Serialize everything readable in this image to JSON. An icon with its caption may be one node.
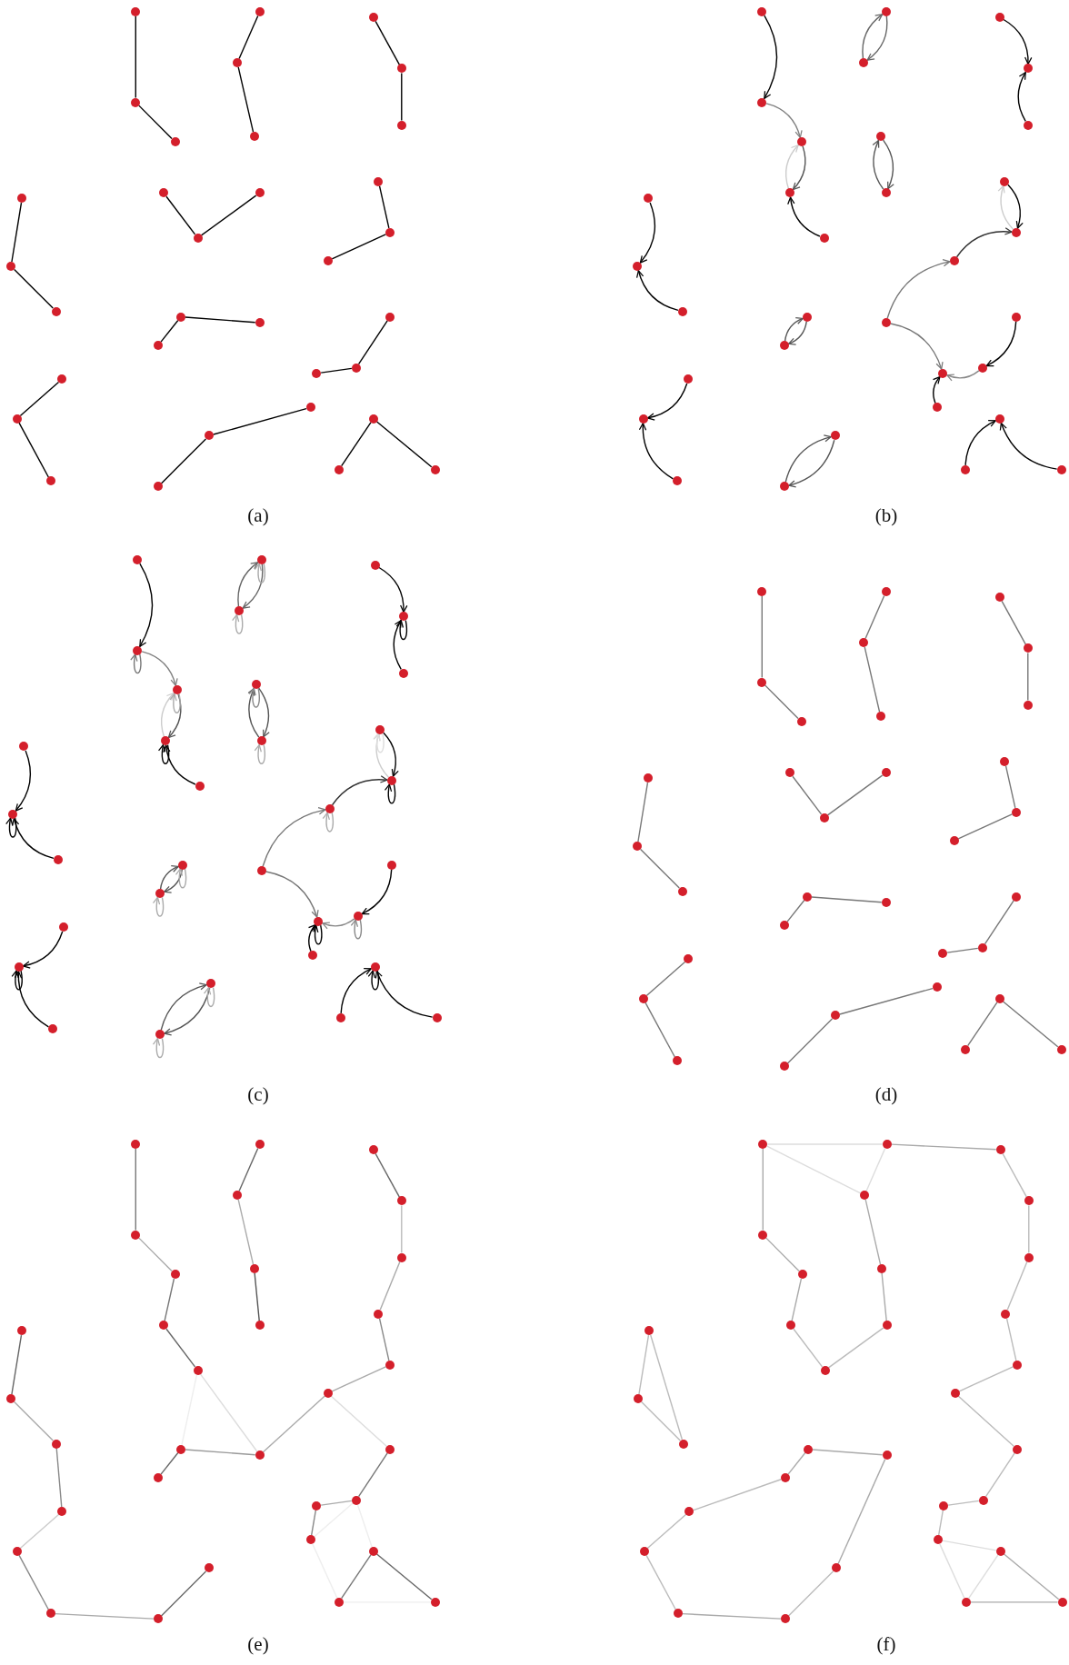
{
  "diagram": {
    "nodes": [
      {
        "text": [],
        "shape": "circle"
      },
      {
        "text": [],
        "shape": "circle"
      },
      {
        "text": [],
        "shape": "circle"
      },
      {
        "text": [],
        "shape": "circle"
      },
      {
        "text": [],
        "shape": "circle"
      },
      {
        "text": [],
        "shape": "circle"
      },
      {
        "text": [],
        "shape": "circle"
      },
      {
        "text": [],
        "shape": "circle"
      },
      {
        "text": [],
        "shape": "circle"
      },
      {
        "text": [],
        "shape": "circle"
      },
      {
        "text": [],
        "shape": "circle"
      },
      {
        "text": [],
        "shape": "circle"
      },
      {
        "text": [],
        "shape": "circle"
      },
      {
        "text": [],
        "shape": "circle"
      },
      {
        "text": [],
        "shape": "circle"
      },
      {
        "text": [],
        "shape": "circle"
      },
      {
        "text": [],
        "shape": "circle"
      },
      {
        "text": [],
        "shape": "circle"
      },
      {
        "text": [],
        "shape": "circle"
      },
      {
        "text": [],
        "shape": "circle"
      },
      {
        "text": [],
        "shape": "circle"
      },
      {
        "text": [],
        "shape": "circle"
      },
      {
        "text": [],
        "shape": "circle"
      },
      {
        "text": [],
        "shape": "circle"
      },
      {
        "text": [],
        "shape": "circle"
      },
      {
        "text": [],
        "shape": "circle"
      },
      {
        "text": [],
        "shape": "circle"
      },
      {
        "text": [],
        "shape": "circle"
      },
      {
        "text": [],
        "shape": "circle"
      },
      {
        "text": [],
        "shape": "circle"
      },
      {
        "text": [],
        "shape": "circle"
      },
      {
        "text": [],
        "shape": "circle"
      },
      {
        "text": [],
        "shape": "circle"
      },
      {
        "text": [],
        "shape": "circle"
      },
      {
        "text": [],
        "shape": "circle"
      },
      {
        "text": [],
        "shape": "circle"
      },
      {
        "text": [],
        "shape": "circle"
      },
      {
        "text": [],
        "shape": "circle"
      },
      {
        "text": [],
        "shape": "circle"
      },
      {
        "text": [],
        "shape": "circle"
      },
      {
        "text": [],
        "shape": "circle"
      },
      {
        "text": [],
        "shape": "circle"
      },
      {
        "text": [],
        "shape": "circle"
      },
      {
        "text": [],
        "shape": "circle"
      },
      {
        "text": [],
        "shape": "circle"
      },
      {
        "text": [],
        "shape": "circle"
      },
      {
        "text": [],
        "shape": "circle"
      },
      {
        "text": [],
        "shape": "circle"
      },
      {
        "text": [],
        "shape": "circle"
      },
      {
        "text": [],
        "shape": "circle"
      },
      {
        "text": [],
        "shape": "circle"
      },
      {
        "text": [],
        "shape": "circle"
      },
      {
        "text": [],
        "shape": "circle"
      },
      {
        "text": [],
        "shape": "circle"
      },
      {
        "text": [],
        "shape": "circle"
      },
      {
        "text": [],
        "shape": "circle"
      },
      {
        "text": [],
        "shape": "circle"
      },
      {
        "text": [],
        "shape": "circle"
      },
      {
        "text": [],
        "shape": "circle"
      },
      {
        "text": [],
        "shape": "circle"
      },
      {
        "text": [],
        "shape": "circle"
      },
      {
        "text": [],
        "shape": "circle"
      },
      {
        "text": [],
        "shape": "circle"
      },
      {
        "text": [],
        "shape": "circle"
      },
      {
        "text": [],
        "shape": "circle"
      },
      {
        "text": [],
        "shape": "circle"
      },
      {
        "text": [],
        "shape": "circle"
      },
      {
        "text": [],
        "shape": "circle"
      },
      {
        "text": [],
        "shape": "circle"
      },
      {
        "text": [],
        "shape": "circle"
      },
      {
        "text": [],
        "shape": "circle"
      },
      {
        "text": [],
        "shape": "circle"
      },
      {
        "text": [],
        "shape": "circle"
      },
      {
        "text": [],
        "shape": "circle"
      },
      {
        "text": [],
        "shape": "circle"
      },
      {
        "text": [],
        "shape": "circle"
      },
      {
        "text": [],
        "shape": "circle"
      },
      {
        "text": [],
        "shape": "circle"
      },
      {
        "text": [],
        "shape": "circle"
      },
      {
        "text": [],
        "shape": "circle"
      },
      {
        "text": [],
        "shape": "circle"
      },
      {
        "text": [],
        "shape": "circle"
      },
      {
        "text": [],
        "shape": "circle"
      },
      {
        "text": [],
        "shape": "circle"
      },
      {
        "text": [],
        "shape": "circle"
      },
      {
        "text": [],
        "shape": "circle"
      },
      {
        "text": [],
        "shape": "circle"
      },
      {
        "text": [],
        "shape": "circle"
      },
      {
        "text": [],
        "shape": "circle"
      },
      {
        "text": [],
        "shape": "circle"
      },
      {
        "text": [],
        "shape": "circle"
      },
      {
        "text": [],
        "shape": "circle"
      },
      {
        "text": [],
        "shape": "circle"
      },
      {
        "text": [],
        "shape": "circle"
      },
      {
        "text": [],
        "shape": "circle"
      },
      {
        "text": [],
        "shape": "circle"
      },
      {
        "text": [],
        "shape": "circle"
      },
      {
        "text": [],
        "shape": "circle"
      },
      {
        "text": [],
        "shape": "circle"
      },
      {
        "text": [],
        "shape": "circle"
      },
      {
        "text": [],
        "shape": "circle"
      },
      {
        "text": [],
        "shape": "circle"
      },
      {
        "text": [],
        "shape": "circle"
      },
      {
        "text": [],
        "shape": "circle"
      },
      {
        "text": [],
        "shape": "circle"
      },
      {
        "text": [],
        "shape": "circle"
      },
      {
        "text": [],
        "shape": "circle"
      },
      {
        "text": [],
        "shape": "circle"
      },
      {
        "text": [],
        "shape": "circle"
      },
      {
        "text": [],
        "shape": "circle"
      },
      {
        "text": [],
        "shape": "circle"
      },
      {
        "text": [],
        "shape": "circle"
      },
      {
        "text": [],
        "shape": "circle"
      },
      {
        "text": [],
        "shape": "circle"
      },
      {
        "text": [],
        "shape": "circle"
      },
      {
        "text": [],
        "shape": "circle"
      },
      {
        "text": [],
        "shape": "circle"
      },
      {
        "text": [],
        "shape": "circle"
      },
      {
        "text": [],
        "shape": "circle"
      },
      {
        "text": [],
        "shape": "circle"
      },
      {
        "text": [],
        "shape": "circle"
      },
      {
        "text": [],
        "shape": "circle"
      },
      {
        "text": [],
        "shape": "circle"
      },
      {
        "text": [],
        "shape": "circle"
      },
      {
        "text": [],
        "shape": "circle"
      },
      {
        "text": [],
        "shape": "circle"
      },
      {
        "text": [],
        "shape": "circle"
      },
      {
        "text": [],
        "shape": "circle"
      },
      {
        "text": [],
        "shape": "circle"
      },
      {
        "text": [],
        "shape": "circle"
      },
      {
        "text": [],
        "shape": "circle"
      },
      {
        "text": [],
        "shape": "circle"
      },
      {
        "text": [],
        "shape": "circle"
      },
      {
        "text": [],
        "shape": "circle"
      },
      {
        "text": [],
        "shape": "circle"
      },
      {
        "text": [],
        "shape": "circle"
      },
      {
        "text": [],
        "shape": "circle"
      },
      {
        "text": [],
        "shape": "circle"
      },
      {
        "text": [],
        "shape": "circle"
      },
      {
        "text": [],
        "shape": "circle"
      },
      {
        "text": [],
        "shape": "circle"
      },
      {
        "text": [],
        "shape": "circle"
      },
      {
        "text": [],
        "shape": "circle"
      },
      {
        "text": [],
        "shape": "circle"
      },
      {
        "text": [],
        "shape": "circle"
      },
      {
        "text": [],
        "shape": "circle"
      },
      {
        "text": [],
        "shape": "circle"
      },
      {
        "text": [],
        "shape": "circle"
      },
      {
        "text": [],
        "shape": "circle"
      },
      {
        "text": [],
        "shape": "circle"
      },
      {
        "text": [],
        "shape": "circle"
      },
      {
        "text": [],
        "shape": "circle"
      },
      {
        "text": [],
        "shape": "circle"
      },
      {
        "text": [],
        "shape": "circle"
      },
      {
        "text": [],
        "shape": "circle"
      },
      {
        "text": [],
        "shape": "circle"
      },
      {
        "text": [],
        "shape": "circle"
      },
      {
        "text": [],
        "shape": "circle"
      },
      {
        "text": [],
        "shape": "circle"
      },
      {
        "text": [],
        "shape": "circle"
      },
      {
        "text": [],
        "shape": "circle"
      },
      {
        "text": [],
        "shape": "circle"
      },
      {
        "text": [],
        "shape": "circle"
      },
      {
        "text": [],
        "shape": "circle"
      },
      {
        "text": [],
        "shape": "circle"
      },
      {
        "text": [],
        "shape": "circle"
      },
      {
        "text": [],
        "shape": "circle"
      },
      {
        "text": [],
        "shape": "circle"
      },
      {
        "text": [],
        "shape": "circle"
      },
      {
        "text": [],
        "shape": "circle"
      },
      {
        "text": [],
        "shape": "circle"
      },
      {
        "text": [],
        "shape": "circle"
      },
      {
        "text": [],
        "shape": "circle"
      },
      {
        "text": [],
        "shape": "circle"
      },
      {
        "text": [],
        "shape": "circle"
      },
      {
        "text": [],
        "shape": "circle"
      },
      {
        "text": [],
        "shape": "circle"
      },
      {
        "text": [],
        "shape": "circle"
      },
      {
        "text": [],
        "shape": "circle"
      },
      {
        "text": [],
        "shape": "circle"
      },
      {
        "text": [],
        "shape": "circle"
      },
      {
        "text": [],
        "shape": "circle"
      },
      {
        "text": [],
        "shape": "circle"
      },
      {
        "text": [],
        "shape": "circle"
      },
      {
        "text": [],
        "shape": "circle"
      },
      {
        "text": [],
        "shape": "circle"
      },
      {
        "text": [],
        "shape": "circle"
      },
      {
        "text": [],
        "shape": "circle"
      },
      {
        "text": [],
        "shape": "circle"
      },
      {
        "text": [],
        "shape": "circle"
      },
      {
        "text": [],
        "shape": "circle"
      },
      {
        "text": [],
        "shape": "circle"
      },
      {
        "text": [],
        "shape": "circle"
      },
      {
        "text": [],
        "shape": "circle"
      },
      {
        "text": [],
        "shape": "circle"
      },
      {
        "text": [],
        "shape": "circle"
      },
      {
        "text": [],
        "shape": "circle"
      },
      {
        "text": [],
        "shape": "circle"
      }
    ],
    "edges": [
      {
        "from": 0,
        "to": 1,
        "arrow": "none"
      },
      {
        "from": 1,
        "to": 2,
        "arrow": "none"
      },
      {
        "from": 3,
        "to": 4,
        "arrow": "none"
      },
      {
        "from": 4,
        "to": 5,
        "arrow": "none"
      },
      {
        "from": 6,
        "to": 7,
        "arrow": "none"
      },
      {
        "from": 7,
        "to": 8,
        "arrow": "none"
      },
      {
        "from": 9,
        "to": 10,
        "arrow": "none"
      },
      {
        "from": 10,
        "to": 11,
        "arrow": "none"
      },
      {
        "from": 12,
        "to": 13,
        "arrow": "none"
      },
      {
        "from": 13,
        "to": 14,
        "arrow": "none"
      },
      {
        "from": 15,
        "to": 16,
        "arrow": "none"
      },
      {
        "from": 16,
        "to": 17,
        "arrow": "none"
      },
      {
        "from": 18,
        "to": 19,
        "arrow": "none"
      },
      {
        "from": 18,
        "to": 20,
        "arrow": "none"
      },
      {
        "from": 21,
        "to": 22,
        "arrow": "none"
      },
      {
        "from": 22,
        "to": 23,
        "arrow": "none"
      },
      {
        "from": 24,
        "to": 25,
        "arrow": "none"
      },
      {
        "from": 25,
        "to": 26,
        "arrow": "none"
      },
      {
        "from": 27,
        "to": 28,
        "arrow": "none"
      },
      {
        "from": 28,
        "to": 29,
        "arrow": "none"
      },
      {
        "from": 30,
        "to": 31,
        "arrow": "none"
      },
      {
        "from": 30,
        "to": 32,
        "arrow": "none"
      },
      {
        "from": 33,
        "to": 34,
        "arrow": "to"
      },
      {
        "from": 34,
        "to": 35,
        "arrow": "to",
        "color": "#808080"
      },
      {
        "from": 35,
        "to": 45,
        "arrow": "to",
        "color": "#555555"
      },
      {
        "from": 45,
        "to": 35,
        "arrow": "to",
        "color": "#cccccc"
      },
      {
        "from": 46,
        "to": 45,
        "arrow": "to"
      },
      {
        "from": 37,
        "to": 36,
        "arrow": "to",
        "color": "#666666"
      },
      {
        "from": 36,
        "to": 37,
        "arrow": "to",
        "color": "#666666"
      },
      {
        "from": 38,
        "to": 47,
        "arrow": "to",
        "color": "#555555"
      },
      {
        "from": 47,
        "to": 38,
        "arrow": "to",
        "color": "#555555"
      },
      {
        "from": 39,
        "to": 40,
        "arrow": "to"
      },
      {
        "from": 41,
        "to": 40,
        "arrow": "to"
      },
      {
        "from": 42,
        "to": 43,
        "arrow": "to"
      },
      {
        "from": 44,
        "to": 43,
        "arrow": "to"
      },
      {
        "from": 48,
        "to": 49,
        "arrow": "to"
      },
      {
        "from": 49,
        "to": 48,
        "arrow": "to",
        "color": "#cccccc"
      },
      {
        "from": 50,
        "to": 49,
        "arrow": "to",
        "color": "#333333"
      },
      {
        "from": 53,
        "to": 50,
        "arrow": "to",
        "color": "#777777"
      },
      {
        "from": 53,
        "to": 56,
        "arrow": "to",
        "color": "#777777"
      },
      {
        "from": 54,
        "to": 55,
        "arrow": "to"
      },
      {
        "from": 55,
        "to": 56,
        "arrow": "to",
        "color": "#888888"
      },
      {
        "from": 60,
        "to": 56,
        "arrow": "to"
      },
      {
        "from": 52,
        "to": 51,
        "arrow": "to",
        "color": "#555555"
      },
      {
        "from": 51,
        "to": 52,
        "arrow": "to",
        "color": "#555555"
      },
      {
        "from": 57,
        "to": 58,
        "arrow": "to"
      },
      {
        "from": 59,
        "to": 58,
        "arrow": "to"
      },
      {
        "from": 62,
        "to": 61,
        "arrow": "to",
        "color": "#555555"
      },
      {
        "from": 61,
        "to": 62,
        "arrow": "to",
        "color": "#555555"
      },
      {
        "from": 64,
        "to": 63,
        "arrow": "to"
      },
      {
        "from": 65,
        "to": 63,
        "arrow": "to"
      },
      {
        "from": 66,
        "to": 67,
        "arrow": "to"
      },
      {
        "from": 67,
        "to": 68,
        "arrow": "to",
        "color": "#808080"
      },
      {
        "from": 68,
        "to": 78,
        "arrow": "to",
        "color": "#555555"
      },
      {
        "from": 78,
        "to": 68,
        "arrow": "to",
        "color": "#cccccc"
      },
      {
        "from": 79,
        "to": 78,
        "arrow": "to"
      },
      {
        "from": 70,
        "to": 69,
        "arrow": "to",
        "color": "#666666"
      },
      {
        "from": 69,
        "to": 70,
        "arrow": "to",
        "color": "#666666"
      },
      {
        "from": 71,
        "to": 80,
        "arrow": "to",
        "color": "#555555"
      },
      {
        "from": 80,
        "to": 71,
        "arrow": "to",
        "color": "#555555"
      },
      {
        "from": 72,
        "to": 73,
        "arrow": "to"
      },
      {
        "from": 74,
        "to": 73,
        "arrow": "to"
      },
      {
        "from": 75,
        "to": 76,
        "arrow": "to"
      },
      {
        "from": 77,
        "to": 76,
        "arrow": "to"
      },
      {
        "from": 81,
        "to": 82,
        "arrow": "to"
      },
      {
        "from": 82,
        "to": 81,
        "arrow": "to",
        "color": "#cccccc"
      },
      {
        "from": 83,
        "to": 82,
        "arrow": "to",
        "color": "#333333"
      },
      {
        "from": 86,
        "to": 83,
        "arrow": "to",
        "color": "#777777"
      },
      {
        "from": 86,
        "to": 89,
        "arrow": "to",
        "color": "#777777"
      },
      {
        "from": 87,
        "to": 88,
        "arrow": "to"
      },
      {
        "from": 88,
        "to": 89,
        "arrow": "to",
        "color": "#888888"
      },
      {
        "from": 93,
        "to": 89,
        "arrow": "to"
      },
      {
        "from": 85,
        "to": 84,
        "arrow": "to",
        "color": "#555555"
      },
      {
        "from": 84,
        "to": 85,
        "arrow": "to",
        "color": "#555555"
      },
      {
        "from": 90,
        "to": 91,
        "arrow": "to"
      },
      {
        "from": 92,
        "to": 91,
        "arrow": "to"
      },
      {
        "from": 95,
        "to": 94,
        "arrow": "to",
        "color": "#555555"
      },
      {
        "from": 94,
        "to": 95,
        "arrow": "to",
        "color": "#555555"
      },
      {
        "from": 97,
        "to": 96,
        "arrow": "to"
      },
      {
        "from": 98,
        "to": 96,
        "arrow": "to"
      },
      {
        "from": 69,
        "to": 69,
        "arrow": "to",
        "color": "#aaaaaa"
      },
      {
        "from": 70,
        "to": 70,
        "arrow": "to",
        "color": "#aaaaaa"
      },
      {
        "from": 73,
        "to": 73,
        "arrow": "to"
      },
      {
        "from": 67,
        "to": 67,
        "arrow": "to",
        "color": "#777777"
      },
      {
        "from": 68,
        "to": 68,
        "arrow": "to",
        "color": "#aaaaaa"
      },
      {
        "from": 78,
        "to": 78,
        "arrow": "to"
      },
      {
        "from": 71,
        "to": 71,
        "arrow": "to",
        "color": "#888888"
      },
      {
        "from": 80,
        "to": 80,
        "arrow": "to",
        "color": "#aaaaaa"
      },
      {
        "from": 76,
        "to": 76,
        "arrow": "to"
      },
      {
        "from": 81,
        "to": 81,
        "arrow": "to",
        "color": "#dddddd"
      },
      {
        "from": 82,
        "to": 82,
        "arrow": "to"
      },
      {
        "from": 83,
        "to": 83,
        "arrow": "to",
        "color": "#aaaaaa"
      },
      {
        "from": 84,
        "to": 84,
        "arrow": "to",
        "color": "#aaaaaa"
      },
      {
        "from": 85,
        "to": 85,
        "arrow": "to",
        "color": "#aaaaaa"
      },
      {
        "from": 89,
        "to": 89,
        "arrow": "to"
      },
      {
        "from": 88,
        "to": 88,
        "arrow": "to",
        "color": "#888888"
      },
      {
        "from": 91,
        "to": 91,
        "arrow": "to"
      },
      {
        "from": 94,
        "to": 94,
        "arrow": "to",
        "color": "#aaaaaa"
      },
      {
        "from": 95,
        "to": 95,
        "arrow": "to",
        "color": "#aaaaaa"
      },
      {
        "from": 96,
        "to": 96,
        "arrow": "to"
      },
      {
        "from": 99,
        "to": 100,
        "arrow": "none",
        "color": "#777777"
      },
      {
        "from": 100,
        "to": 101,
        "arrow": "none",
        "color": "#777777"
      },
      {
        "from": 102,
        "to": 103,
        "arrow": "none",
        "color": "#777777"
      },
      {
        "from": 103,
        "to": 104,
        "arrow": "none",
        "color": "#777777"
      },
      {
        "from": 105,
        "to": 106,
        "arrow": "none",
        "color": "#777777"
      },
      {
        "from": 106,
        "to": 107,
        "arrow": "none",
        "color": "#777777"
      },
      {
        "from": 108,
        "to": 109,
        "arrow": "none",
        "color": "#777777"
      },
      {
        "from": 109,
        "to": 110,
        "arrow": "none",
        "color": "#777777"
      },
      {
        "from": 111,
        "to": 112,
        "arrow": "none",
        "color": "#777777"
      },
      {
        "from": 112,
        "to": 113,
        "arrow": "none",
        "color": "#777777"
      },
      {
        "from": 114,
        "to": 115,
        "arrow": "none",
        "color": "#777777"
      },
      {
        "from": 115,
        "to": 116,
        "arrow": "none",
        "color": "#777777"
      },
      {
        "from": 117,
        "to": 118,
        "arrow": "none",
        "color": "#777777"
      },
      {
        "from": 117,
        "to": 119,
        "arrow": "none",
        "color": "#777777"
      },
      {
        "from": 120,
        "to": 121,
        "arrow": "none",
        "color": "#777777"
      },
      {
        "from": 121,
        "to": 122,
        "arrow": "none",
        "color": "#777777"
      },
      {
        "from": 123,
        "to": 124,
        "arrow": "none",
        "color": "#777777"
      },
      {
        "from": 124,
        "to": 125,
        "arrow": "none",
        "color": "#777777"
      },
      {
        "from": 126,
        "to": 127,
        "arrow": "none",
        "color": "#777777"
      },
      {
        "from": 127,
        "to": 128,
        "arrow": "none",
        "color": "#777777"
      },
      {
        "from": 129,
        "to": 130,
        "arrow": "none",
        "color": "#777777"
      },
      {
        "from": 129,
        "to": 131,
        "arrow": "none",
        "color": "#777777"
      },
      {
        "from": 132,
        "to": 133,
        "arrow": "none",
        "color": "#777777"
      },
      {
        "from": 133,
        "to": 134,
        "arrow": "none",
        "color": "#aaaaaa"
      },
      {
        "from": 134,
        "to": 144,
        "arrow": "none",
        "color": "#777777"
      },
      {
        "from": 144,
        "to": 145,
        "arrow": "none",
        "color": "#666666"
      },
      {
        "from": 145,
        "to": 152,
        "arrow": "none",
        "color": "#dddddd"
      },
      {
        "from": 145,
        "to": 150,
        "arrow": "none",
        "color": "#eeeeee"
      },
      {
        "from": 150,
        "to": 151,
        "arrow": "none",
        "color": "#666666"
      },
      {
        "from": 150,
        "to": 152,
        "arrow": "none",
        "color": "#999999"
      },
      {
        "from": 152,
        "to": 149,
        "arrow": "none",
        "color": "#aaaaaa"
      },
      {
        "from": 149,
        "to": 148,
        "arrow": "none",
        "color": "#aaaaaa"
      },
      {
        "from": 148,
        "to": 147,
        "arrow": "none",
        "color": "#888888"
      },
      {
        "from": 147,
        "to": 140,
        "arrow": "none",
        "color": "#aaaaaa"
      },
      {
        "from": 140,
        "to": 139,
        "arrow": "none",
        "color": "#bbbbbb"
      },
      {
        "from": 139,
        "to": 138,
        "arrow": "none",
        "color": "#666666"
      },
      {
        "from": 135,
        "to": 136,
        "arrow": "none",
        "color": "#666666"
      },
      {
        "from": 136,
        "to": 137,
        "arrow": "none",
        "color": "#aaaaaa"
      },
      {
        "from": 137,
        "to": 146,
        "arrow": "none",
        "color": "#555555"
      },
      {
        "from": 149,
        "to": 153,
        "arrow": "none",
        "color": "#dddddd"
      },
      {
        "from": 153,
        "to": 154,
        "arrow": "none",
        "color": "#777777"
      },
      {
        "from": 154,
        "to": 155,
        "arrow": "none",
        "color": "#aaaaaa"
      },
      {
        "from": 155,
        "to": 159,
        "arrow": "none",
        "color": "#888888"
      },
      {
        "from": 154,
        "to": 159,
        "arrow": "none",
        "color": "#eeeeee"
      },
      {
        "from": 154,
        "to": 162,
        "arrow": "none",
        "color": "#eeeeee"
      },
      {
        "from": 159,
        "to": 163,
        "arrow": "none",
        "color": "#eeeeee"
      },
      {
        "from": 162,
        "to": 163,
        "arrow": "none",
        "color": "#777777"
      },
      {
        "from": 162,
        "to": 164,
        "arrow": "none",
        "color": "#666666"
      },
      {
        "from": 163,
        "to": 164,
        "arrow": "none",
        "color": "#eeeeee"
      },
      {
        "from": 141,
        "to": 142,
        "arrow": "none",
        "color": "#666666"
      },
      {
        "from": 142,
        "to": 143,
        "arrow": "none",
        "color": "#aaaaaa"
      },
      {
        "from": 143,
        "to": 156,
        "arrow": "none",
        "color": "#888888"
      },
      {
        "from": 156,
        "to": 157,
        "arrow": "none",
        "color": "#cccccc"
      },
      {
        "from": 157,
        "to": 158,
        "arrow": "none",
        "color": "#888888"
      },
      {
        "from": 158,
        "to": 161,
        "arrow": "none",
        "color": "#aaaaaa"
      },
      {
        "from": 161,
        "to": 160,
        "arrow": "none",
        "color": "#666666"
      },
      {
        "from": 165,
        "to": 168,
        "arrow": "none",
        "color": "#dddddd"
      },
      {
        "from": 165,
        "to": 169,
        "arrow": "none",
        "color": "#dddddd"
      },
      {
        "from": 168,
        "to": 169,
        "arrow": "none",
        "color": "#dddddd"
      },
      {
        "from": 168,
        "to": 171,
        "arrow": "none",
        "color": "#aaaaaa"
      },
      {
        "from": 165,
        "to": 166,
        "arrow": "none",
        "color": "#aaaaaa"
      },
      {
        "from": 166,
        "to": 167,
        "arrow": "none",
        "color": "#aaaaaa"
      },
      {
        "from": 167,
        "to": 177,
        "arrow": "none",
        "color": "#aaaaaa"
      },
      {
        "from": 177,
        "to": 178,
        "arrow": "none",
        "color": "#bbbbbb"
      },
      {
        "from": 178,
        "to": 179,
        "arrow": "none",
        "color": "#bbbbbb"
      },
      {
        "from": 179,
        "to": 170,
        "arrow": "none",
        "color": "#aaaaaa"
      },
      {
        "from": 170,
        "to": 169,
        "arrow": "none",
        "color": "#aaaaaa"
      },
      {
        "from": 171,
        "to": 172,
        "arrow": "none",
        "color": "#bbbbbb"
      },
      {
        "from": 172,
        "to": 173,
        "arrow": "none",
        "color": "#bbbbbb"
      },
      {
        "from": 173,
        "to": 180,
        "arrow": "none",
        "color": "#bbbbbb"
      },
      {
        "from": 180,
        "to": 181,
        "arrow": "none",
        "color": "#bbbbbb"
      },
      {
        "from": 181,
        "to": 182,
        "arrow": "none",
        "color": "#bbbbbb"
      },
      {
        "from": 182,
        "to": 186,
        "arrow": "none",
        "color": "#bbbbbb"
      },
      {
        "from": 186,
        "to": 187,
        "arrow": "none",
        "color": "#bbbbbb"
      },
      {
        "from": 187,
        "to": 188,
        "arrow": "none",
        "color": "#bbbbbb"
      },
      {
        "from": 188,
        "to": 192,
        "arrow": "none",
        "color": "#bbbbbb"
      },
      {
        "from": 192,
        "to": 195,
        "arrow": "none",
        "color": "#dddddd"
      },
      {
        "from": 192,
        "to": 196,
        "arrow": "none",
        "color": "#dddddd"
      },
      {
        "from": 195,
        "to": 196,
        "arrow": "none",
        "color": "#dddddd"
      },
      {
        "from": 195,
        "to": 197,
        "arrow": "none",
        "color": "#aaaaaa"
      },
      {
        "from": 196,
        "to": 197,
        "arrow": "none",
        "color": "#aaaaaa"
      },
      {
        "from": 174,
        "to": 175,
        "arrow": "none",
        "color": "#bbbbbb"
      },
      {
        "from": 174,
        "to": 176,
        "arrow": "none",
        "color": "#bbbbbb"
      },
      {
        "from": 175,
        "to": 176,
        "arrow": "none",
        "color": "#bbbbbb"
      },
      {
        "from": 185,
        "to": 183,
        "arrow": "none",
        "color": "#aaaaaa"
      },
      {
        "from": 183,
        "to": 184,
        "arrow": "none",
        "color": "#aaaaaa"
      },
      {
        "from": 184,
        "to": 189,
        "arrow": "none",
        "color": "#bbbbbb"
      },
      {
        "from": 189,
        "to": 190,
        "arrow": "none",
        "color": "#bbbbbb"
      },
      {
        "from": 190,
        "to": 191,
        "arrow": "none",
        "color": "#bbbbbb"
      },
      {
        "from": 191,
        "to": 194,
        "arrow": "none",
        "color": "#aaaaaa"
      },
      {
        "from": 194,
        "to": 193,
        "arrow": "none",
        "color": "#bbbbbb"
      },
      {
        "from": 193,
        "to": 185,
        "arrow": "none",
        "color": "#aaaaaa"
      }
    ],
    "labels": [
      "(a)",
      "(b)",
      "(c)",
      "(d)",
      "(e)",
      "(f)"
    ]
  }
}
